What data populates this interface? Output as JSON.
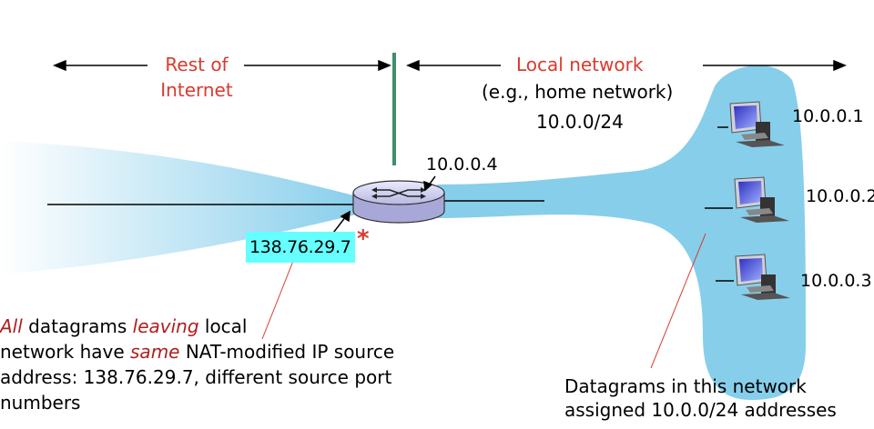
{
  "labels": {
    "rest_of_internet_line1": "Rest of",
    "rest_of_internet_line2": "Internet",
    "local_network": "Local network",
    "local_network_example": "(e.g., home network)",
    "local_subnet": "10.0.0/24",
    "router_inside_ip": "10.0.0.4",
    "router_outside_ip": "138.76.29.7",
    "asterisk": "*",
    "host1_ip": "10.0.0.1",
    "host2_ip": "10.0.0.2",
    "host3_ip": "10.0.0.3"
  },
  "annotation_left": {
    "line1_all": "All",
    "line1_mid": " datagrams ",
    "line1_leaving": "leaving",
    "line1_end": " local",
    "line2_start": "network have ",
    "line2_same": "same",
    "line2_end": " NAT-modified  IP source",
    "line3": "address: 138.76.29.7, different source port",
    "line4": "numbers"
  },
  "annotation_right": {
    "line1": "Datagrams in this network",
    "line2": "assigned 10.0.0/24 addresses"
  },
  "colors": {
    "label_red": "#d93a2f",
    "network_blue": "#87ceeb",
    "divider_green": "#3f8f6a",
    "ip_highlight": "#66ffff"
  }
}
